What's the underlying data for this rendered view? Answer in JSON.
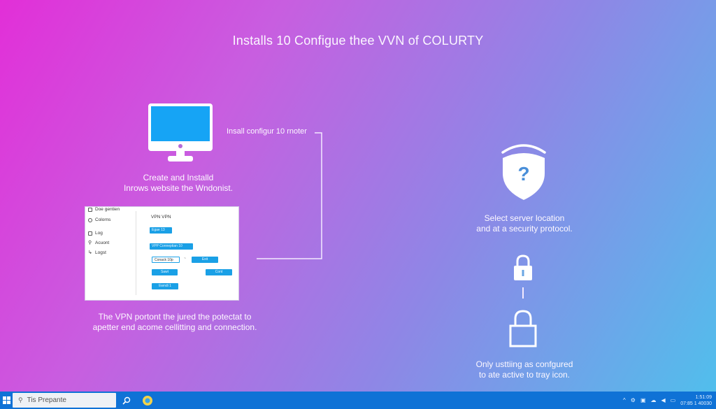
{
  "page": {
    "title": "Installs 10 Configue thee VVN of COLURTY"
  },
  "step1": {
    "line1": "Create and Installd",
    "line2": "Inrows website the Wndonist."
  },
  "step2": {
    "label": "Insall configur 10 rnoter"
  },
  "app_window": {
    "sidebar": [
      {
        "icon": "grid-icon",
        "label": "Doe gentien"
      },
      {
        "icon": "settings-icon",
        "label": "Colorns"
      },
      {
        "icon": "log-icon",
        "label": "Log"
      },
      {
        "icon": "account-icon",
        "label": "Acuont"
      },
      {
        "icon": "logout-icon",
        "label": "Logst"
      }
    ],
    "header": "VPN VPN",
    "buttons": {
      "b1": "Egae 13",
      "b2": "VPP Conneptian 10",
      "b3": "Conack 10p",
      "b4": "Exit",
      "b5": "Sawt",
      "b6": "Cont",
      "b7": "Ewndi 1"
    }
  },
  "step3": {
    "line1": "The VPN portont the jured the potectat to",
    "line2": "apetter end acome cellitting and connection."
  },
  "step4": {
    "line1": "Select server location",
    "line2": "and at a security protocol."
  },
  "step5": {
    "line1": "Only usttiing as confgured",
    "line2": "to ate active to tray icon."
  },
  "taskbar": {
    "search_placeholder": "Tis Prepante",
    "clock_time": "1:51:09",
    "clock_date": "07:85 1 40030"
  },
  "colors": {
    "accent_blue": "#1aa0e6",
    "taskbar": "#0f72d6",
    "gradient_start": "#e22fd8",
    "gradient_end": "#4fc0ec"
  }
}
